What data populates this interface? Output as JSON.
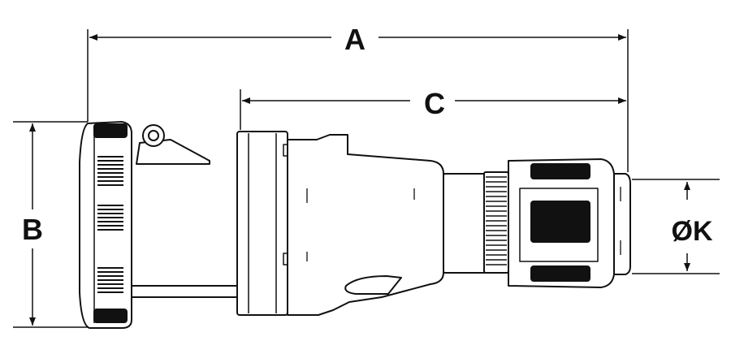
{
  "dimensions": {
    "a_label": "A",
    "b_label": "B",
    "c_label": "C",
    "k_label": "ØK"
  },
  "colors": {
    "line": "#111111",
    "background": "#ffffff"
  }
}
